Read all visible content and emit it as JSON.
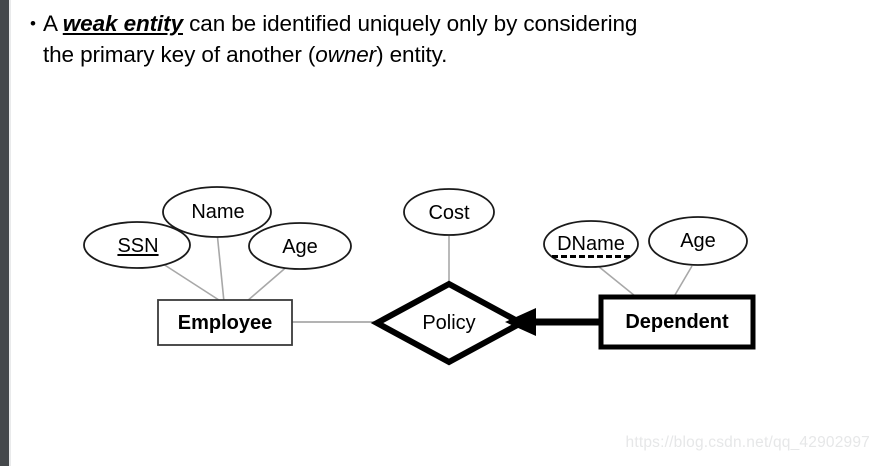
{
  "slide": {
    "background_color": "#ffffff",
    "rail_color": "#44484b"
  },
  "bullet": {
    "marker": "•",
    "line1_pre": "A ",
    "line1_emphasis": "weak entity",
    "line1_post": " can be identified uniquely only by considering",
    "line2_pre": "the primary key of another (",
    "line2_emphasis": "owner",
    "line2_post": ") entity."
  },
  "diagram": {
    "type": "er-diagram",
    "entities": [
      {
        "name": "Employee",
        "label": "Employee",
        "kind": "strong-entity",
        "border": "thin"
      },
      {
        "name": "Dependent",
        "label": "Dependent",
        "kind": "weak-entity",
        "border": "thick"
      }
    ],
    "relationships": [
      {
        "name": "Policy",
        "label": "Policy",
        "kind": "identifying-relationship",
        "border": "thick",
        "arrow_direction": "left",
        "arrow_from": "Dependent",
        "arrow_to": "Policy"
      }
    ],
    "attributes": [
      {
        "label": "SSN",
        "owner": "Employee",
        "key_type": "primary-key",
        "underline": "solid"
      },
      {
        "label": "Name",
        "owner": "Employee",
        "key_type": "none",
        "underline": "none"
      },
      {
        "label": "Age",
        "owner": "Employee",
        "key_type": "none",
        "underline": "none"
      },
      {
        "label": "Cost",
        "owner": "Policy",
        "key_type": "none",
        "underline": "none"
      },
      {
        "label": "DName",
        "owner": "Dependent",
        "key_type": "partial-key",
        "underline": "dashed"
      },
      {
        "label": "Age",
        "owner": "Dependent",
        "key_type": "none",
        "underline": "none"
      }
    ]
  },
  "watermark": {
    "text": "https://blog.csdn.net/qq_42902997",
    "color": "#e6e7e8"
  }
}
